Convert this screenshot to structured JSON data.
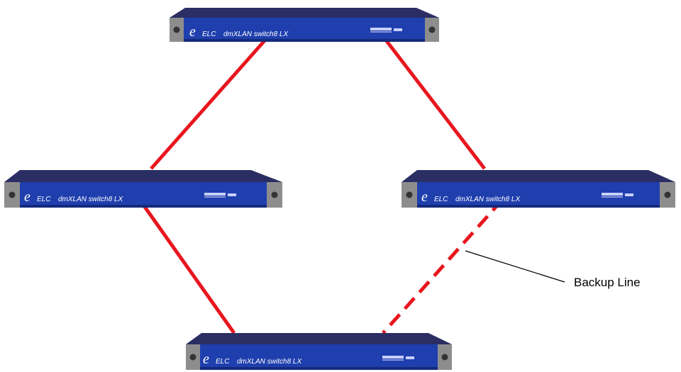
{
  "devices": [
    {
      "brand": "ELC",
      "model": "dmXLAN switch8 LX",
      "logo": "e"
    },
    {
      "brand": "ELC",
      "model": "dmXLAN switch8 LX",
      "logo": "e"
    },
    {
      "brand": "ELC",
      "model": "dmXLAN switch8 LX",
      "logo": "e"
    },
    {
      "brand": "ELC",
      "model": "dmXLAN switch8 LX",
      "logo": "e"
    }
  ],
  "connections": [
    {
      "from": "device-top",
      "to": "device-left",
      "style": "solid"
    },
    {
      "from": "device-top",
      "to": "device-right",
      "style": "solid"
    },
    {
      "from": "device-left",
      "to": "device-bottom",
      "style": "solid"
    },
    {
      "from": "device-right",
      "to": "device-bottom",
      "style": "dashed"
    }
  ],
  "callout": {
    "label": "Backup Line"
  },
  "colors": {
    "device_front": "#1f3fae",
    "device_top": "#2a2e63",
    "rack_ear": "#8d8d8d",
    "link": "#e8161e",
    "callout_line": "#000000"
  }
}
